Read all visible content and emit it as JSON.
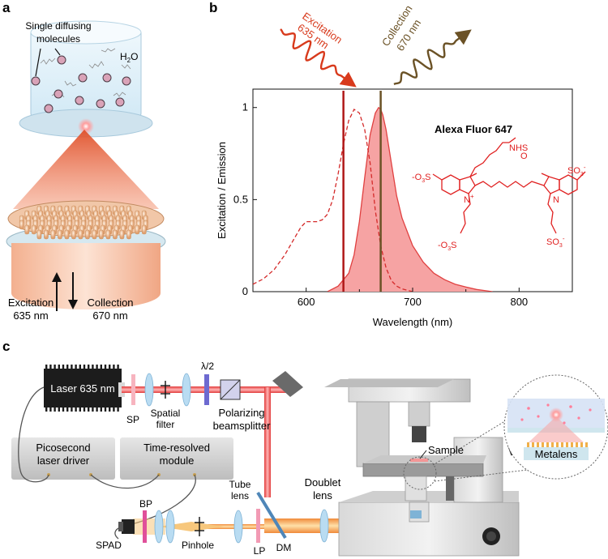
{
  "panel_a": {
    "label": "a",
    "molecules_label_line1": "Single diffusing",
    "molecules_label_line2": "molecules",
    "solvent": "H",
    "solvent_sub": "2",
    "solvent_end": "O",
    "excitation_line1": "Excitation",
    "excitation_line2": "635 nm",
    "collection_line1": "Collection",
    "collection_line2": "670 nm"
  },
  "panel_b": {
    "label": "b",
    "excitation_line1": "Excitation",
    "excitation_line2": "635 nm",
    "collection_line1": "Collection",
    "collection_line2": "670 nm",
    "dye_name": "Alexa Fluor 647",
    "chem_labels": [
      "NHS",
      "O",
      "O",
      "SO",
      "3",
      "-",
      "-O",
      "3",
      "S",
      "SO",
      "3",
      "-",
      "-O",
      "3",
      "S",
      "N",
      "+",
      "N"
    ]
  },
  "chart_data": {
    "type": "area",
    "xlabel": "Wavelength (nm)",
    "ylabel": "Excitation / Emission",
    "xlim": [
      550,
      850
    ],
    "ylim": [
      0,
      1.1
    ],
    "x_ticks": [
      "600",
      "700",
      "800"
    ],
    "y_ticks": [
      "0",
      "0.5",
      "1"
    ],
    "excitation_line_nm": 635,
    "collection_line_nm": 670,
    "series": [
      {
        "style": "dashed",
        "color": "#d42a2a",
        "x": [
          550,
          560,
          570,
          580,
          590,
          595,
          600,
          605,
          610,
          615,
          620,
          625,
          630,
          635,
          640,
          645,
          650,
          655,
          660,
          665,
          670,
          675,
          680,
          685,
          690,
          700
        ],
        "y": [
          0.04,
          0.07,
          0.12,
          0.2,
          0.3,
          0.35,
          0.38,
          0.38,
          0.38,
          0.39,
          0.42,
          0.5,
          0.64,
          0.8,
          0.93,
          0.99,
          0.97,
          0.88,
          0.7,
          0.44,
          0.25,
          0.13,
          0.06,
          0.03,
          0.015,
          0.0
        ]
      },
      {
        "style": "filled",
        "color": "#e04040",
        "x": [
          620,
          630,
          640,
          645,
          650,
          655,
          660,
          665,
          668,
          670,
          672,
          675,
          680,
          685,
          690,
          700,
          710,
          720,
          730,
          740,
          750,
          760,
          775
        ],
        "y": [
          0.0,
          0.03,
          0.1,
          0.2,
          0.38,
          0.62,
          0.85,
          0.97,
          1.0,
          0.99,
          0.96,
          0.88,
          0.7,
          0.52,
          0.4,
          0.25,
          0.16,
          0.1,
          0.065,
          0.04,
          0.025,
          0.012,
          0.0
        ]
      }
    ]
  },
  "panel_c": {
    "label": "c",
    "laser": "Laser 635 nm",
    "sp": "SP",
    "spatial_filter_line1": "Spatial",
    "spatial_filter_line2": "filter",
    "lambda": "λ/2",
    "pbs_line1": "Polarizing",
    "pbs_line2": "beamsplitter",
    "pico_line1": "Picosecond",
    "pico_line2": "laser driver",
    "trm_line1": "Time-resolved",
    "trm_line2": "module",
    "spad": "SPAD",
    "bp": "BP",
    "pinhole": "Pinhole",
    "tube_line1": "Tube",
    "tube_line2": "lens",
    "lp": "LP",
    "dm": "DM",
    "doublet_line1": "Doublet",
    "doublet_line2": "lens",
    "sample": "Sample",
    "metalens": "Metalens"
  }
}
